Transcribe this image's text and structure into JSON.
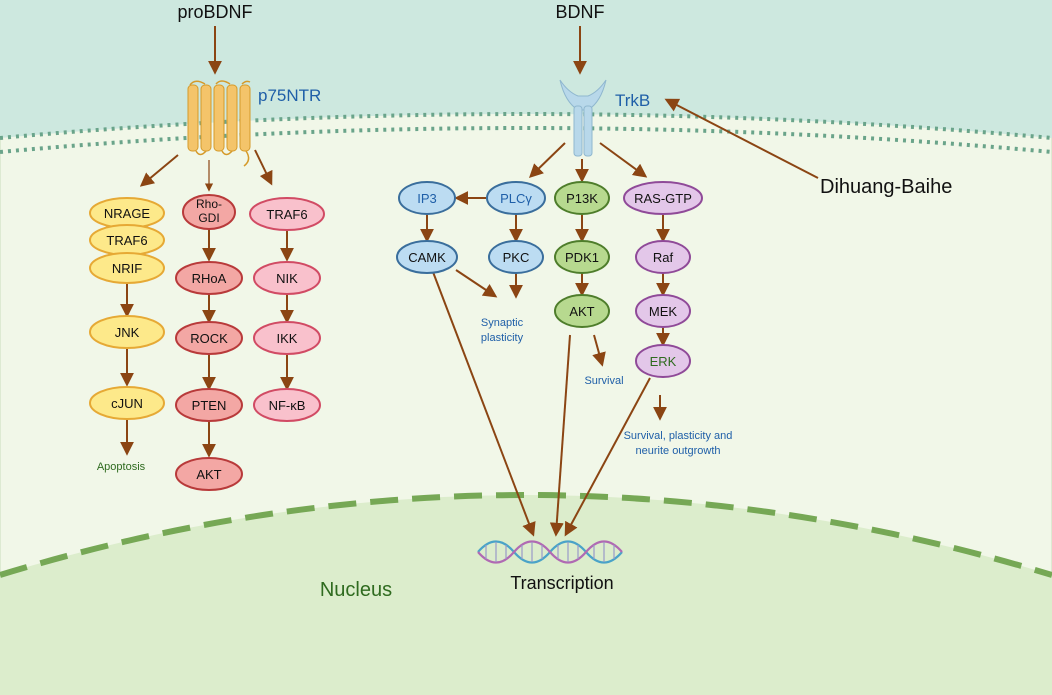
{
  "ligands": {
    "probdnf": "proBDNF",
    "bdnf": "BDNF"
  },
  "receptors": {
    "p75ntr": "p75NTR",
    "trkb": "TrkB"
  },
  "herb": "Dihuang-Baihe",
  "nucleus_label": "Nucleus",
  "transcription_label": "Transcription",
  "nodes": {
    "nrage": "NRAGE",
    "traf6_left": "TRAF6",
    "nrif": "NRIF",
    "jnk": "JNK",
    "cjun": "cJUN",
    "rho_gdi_line1": "Rho-",
    "rho_gdi_line2": "GDI",
    "rhoa": "RHoA",
    "rock": "ROCK",
    "pten": "PTEN",
    "akt_left": "AKT",
    "traf6_right": "TRAF6",
    "nik": "NIK",
    "ikk": "IKK",
    "nfkb": "NF-κB",
    "ip3": "IP3",
    "plcg": "PLCγ",
    "camk": "CAMK",
    "pkc": "PKC",
    "p13k": "P13K",
    "pdk1": "PDK1",
    "akt_right": "AKT",
    "rasgtp": "RAS-GTP",
    "raf": "Raf",
    "mek": "MEK",
    "erk": "ERK"
  },
  "outcomes": {
    "apoptosis": "Apoptosis",
    "synaptic_line1": "Synaptic",
    "synaptic_line2": "plasticity",
    "survival": "Survival",
    "survival_plasticity_line1": "Survival, plasticity and",
    "survival_plasticity_line2": "neurite outgrowth"
  },
  "colors": {
    "extracellular": "#cde8df",
    "cytoplasm": "#f1f7e8",
    "nucleus": "#dcedcc",
    "membrane": "#6aa48a",
    "arrow": "#8b4513",
    "yellow_fill": "#fde98a",
    "yellow_stroke": "#e6a935",
    "red_fill": "#f3a7a4",
    "red_stroke": "#b83a3a",
    "pink_fill": "#f9c1cc",
    "pink_stroke": "#d14b64",
    "blue_fill": "#bcdcf2",
    "blue_stroke": "#3a6e9c",
    "green_fill": "#b7d98f",
    "green_stroke": "#4e7d2b",
    "purple_fill": "#e3c7e9",
    "purple_stroke": "#8f4a98",
    "blue_text": "#1f5fa8",
    "green_text": "#2f6b1f",
    "nucleus_text": "#2f6b1f",
    "receptor": "#f4c46a",
    "trkb": "#b8d8ea"
  }
}
